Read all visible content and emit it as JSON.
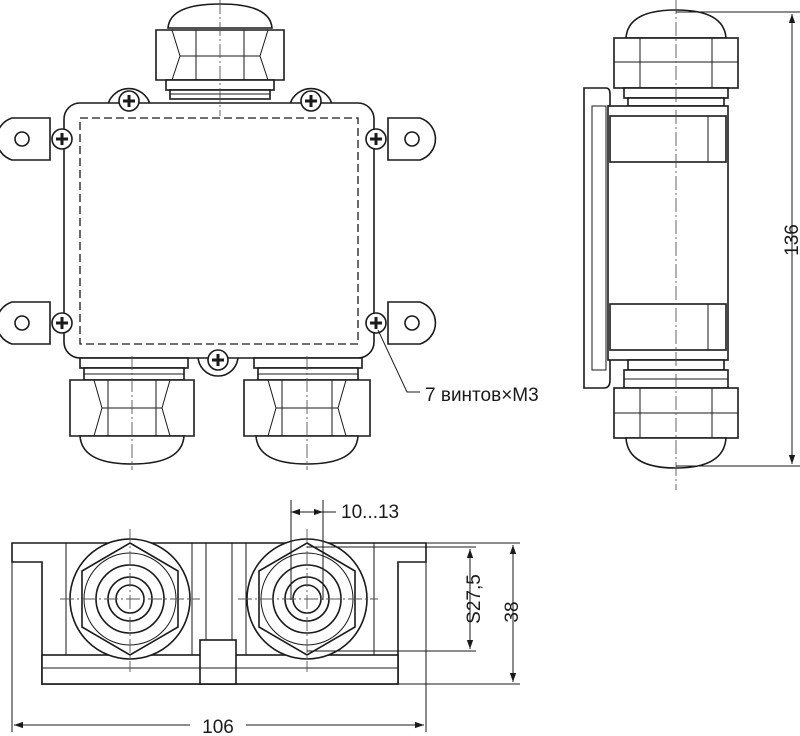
{
  "annotations": {
    "screws": "7 винтов×М3"
  },
  "dimensions": {
    "height": "136",
    "hole": "10...13",
    "hex": "S27,5",
    "depth": "38",
    "width": "106"
  }
}
